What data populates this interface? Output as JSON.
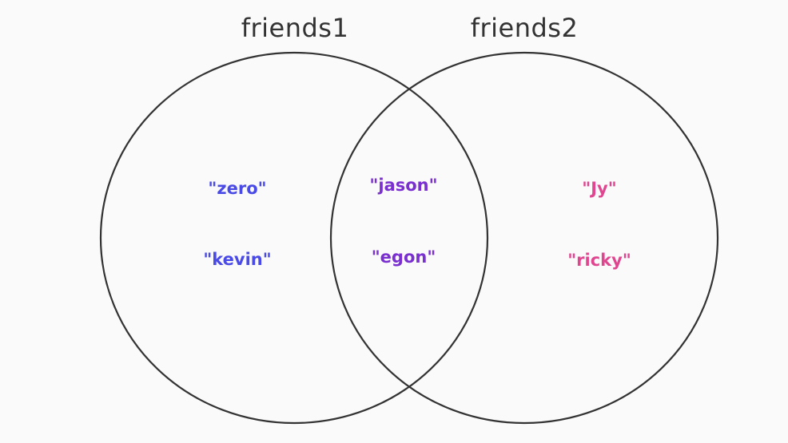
{
  "diagram": {
    "sets": [
      {
        "name": "friends1"
      },
      {
        "name": "friends2"
      }
    ],
    "regions": {
      "only_friends1": {
        "items": [
          "\"zero\"",
          "\"kevin\""
        ],
        "color": "#4a4ae6"
      },
      "intersection": {
        "items": [
          "\"jason\"",
          "\"egon\""
        ],
        "color": "#7a2fd0"
      },
      "only_friends2": {
        "items": [
          "\"Jy\"",
          "\"ricky\""
        ],
        "color": "#e0458f"
      }
    },
    "stroke_color": "#333333"
  }
}
